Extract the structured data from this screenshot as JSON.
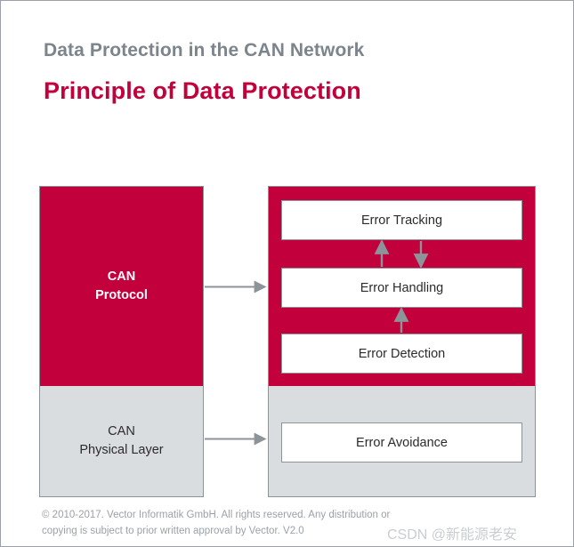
{
  "slide": {
    "subtitle": "Data Protection in the CAN Network",
    "title": "Principle of Data Protection",
    "colors": {
      "accent_red": "#c2003c",
      "gray_fill": "#d9dde0",
      "border_gray": "#8c9499",
      "subtitle_gray": "#7c858c",
      "arrow_gray": "#8c9499",
      "footer_gray": "#9aa2a8",
      "watermark_gray": "#c9ced2"
    }
  },
  "diagram": {
    "left_column": {
      "protocol_label": "CAN\nProtocol",
      "physical_label": "CAN\nPhysical Layer"
    },
    "right_column": {
      "protocol_boxes": [
        {
          "label": "Error Tracking"
        },
        {
          "label": "Error Handling"
        },
        {
          "label": "Error Detection"
        }
      ],
      "physical_boxes": [
        {
          "label": "Error Avoidance"
        }
      ]
    },
    "connectors": [
      {
        "name": "protocol-link-arrow",
        "from": "CAN Protocol",
        "to": "Error Handling",
        "direction": "right"
      },
      {
        "name": "physical-link-arrow",
        "from": "CAN Physical Layer",
        "to": "Error Avoidance",
        "direction": "right"
      },
      {
        "name": "handling-to-tracking-arrow",
        "from": "Error Handling",
        "to": "Error Tracking",
        "direction": "up"
      },
      {
        "name": "tracking-to-handling-arrow",
        "from": "Error Tracking",
        "to": "Error Handling",
        "direction": "down"
      },
      {
        "name": "detection-to-handling-arrow",
        "from": "Error Detection",
        "to": "Error Handling",
        "direction": "up"
      }
    ]
  },
  "footer": {
    "line1": "© 2010-2017. Vector Informatik GmbH. All rights reserved. Any distribution or",
    "line2": "copying is subject to prior written approval by Vector. V2.0",
    "watermark": "CSDN @新能源老安"
  }
}
